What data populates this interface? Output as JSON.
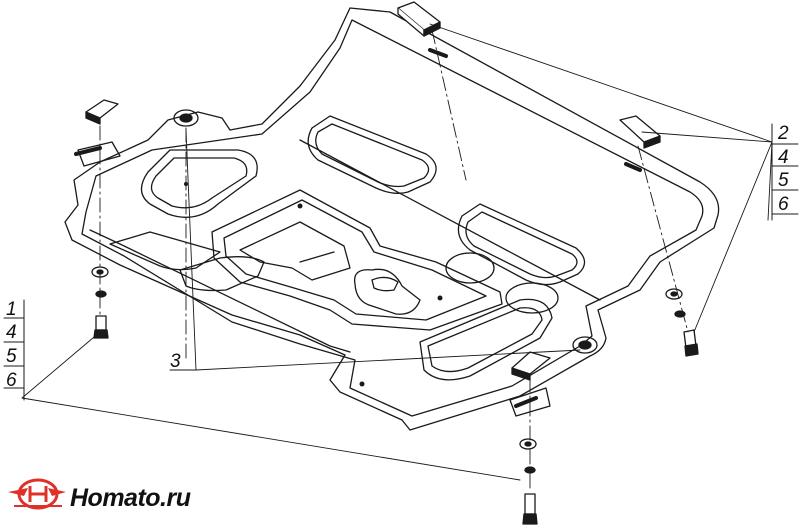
{
  "callouts": {
    "left_stack": [
      "1",
      "4",
      "5",
      "6"
    ],
    "right_stack": [
      "2",
      "4",
      "5",
      "6"
    ],
    "part_plate": "3"
  },
  "brand": {
    "name": "Homato.ru",
    "logo_letter": "H",
    "logo_color": "#e0302a"
  },
  "colors": {
    "line": "#1a1a1a"
  }
}
